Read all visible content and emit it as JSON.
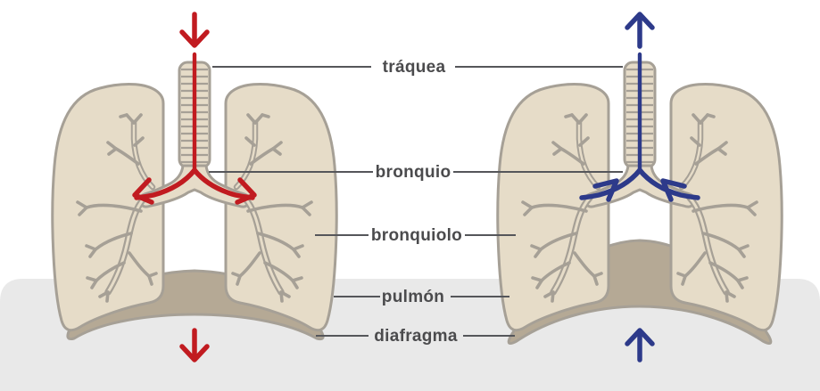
{
  "figure": {
    "labels": {
      "traquea": "tráquea",
      "bronquio": "bronquio",
      "bronquiolo": "bronquiolo",
      "pulmon": "pulmón",
      "diafragma": "diafragma"
    },
    "left_panel": {
      "arrow_color": "#c11b20",
      "arrow_direction": "down"
    },
    "right_panel": {
      "arrow_color": "#2d3a8a",
      "arrow_direction": "up"
    }
  },
  "colors": {
    "red": "#c11b20",
    "navy": "#2d3a8a",
    "lung": "#e6dcc8",
    "outline": "#a6a096",
    "diaphragm": "#b5a995",
    "band": "#e9e9e9",
    "text": "#4b4b4d",
    "leader": "#55565a"
  }
}
